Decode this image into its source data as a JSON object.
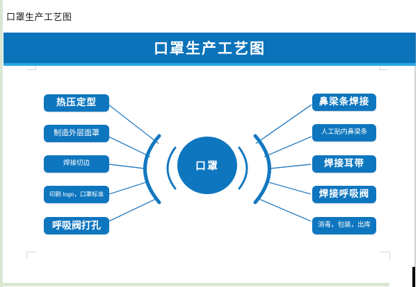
{
  "page": {
    "doc_title": "口罩生产工艺图"
  },
  "banner": {
    "title": "口罩生产工艺图"
  },
  "diagram": {
    "center_label": "口罩",
    "left_steps": [
      "热压定型",
      "制造外层面罩",
      "焊接切边",
      "印刷 logo，口罩标准",
      "呼吸阀打孔"
    ],
    "right_steps": [
      "鼻梁条焊接",
      "人工贴内鼻梁条",
      "焊接耳带",
      "焊接呼吸阀",
      "消毒，包装，出库"
    ]
  },
  "colors": {
    "banner_blue": "#0b73b9",
    "accent_light_blue": "#2aa7e2",
    "shape_blue": "#0e76bf",
    "connector_blue": "#2a7fc4",
    "page_green": "#d9e7d2"
  }
}
